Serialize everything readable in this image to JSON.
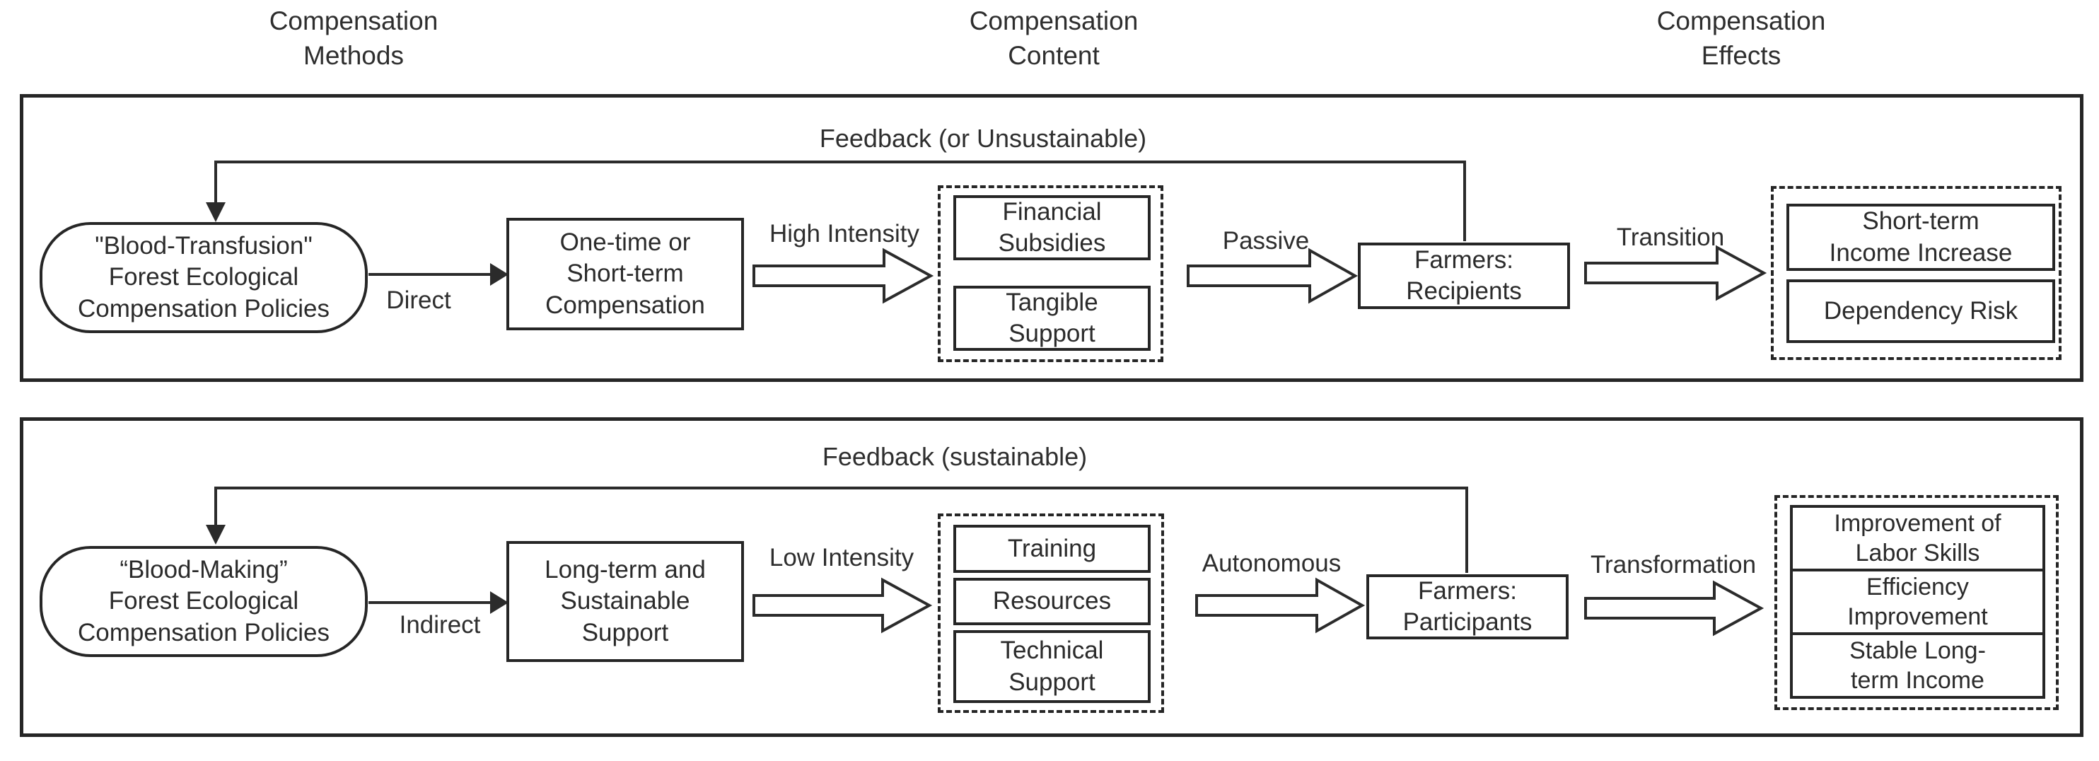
{
  "headers": {
    "methods": "Compensation\nMethods",
    "content": "Compensation\nContent",
    "effects": "Compensation\nEffects"
  },
  "panel1": {
    "feedback_title": "Feedback (or Unsustainable)",
    "policy_box": "\"Blood-Transfusion\"\nForest Ecological\nCompensation Policies",
    "arrow1_label": "Direct",
    "compensation_box": "One-time or\nShort-term\nCompensation",
    "arrow2_label": "High Intensity",
    "content_items": [
      "Financial\nSubsidies",
      "Tangible\nSupport"
    ],
    "arrow3_label": "Passive",
    "farmers_box": "Farmers:\nRecipients",
    "arrow4_label": "Transition",
    "effect_items": [
      "Short-term\nIncome Increase",
      "Dependency Risk"
    ]
  },
  "panel2": {
    "feedback_title": "Feedback (sustainable)",
    "policy_box": "“Blood-Making”\nForest Ecological\nCompensation Policies",
    "arrow1_label": "Indirect",
    "compensation_box": "Long-term and\nSustainable\nSupport",
    "arrow2_label": "Low Intensity",
    "content_items": [
      "Training",
      "Resources",
      "Technical\nSupport"
    ],
    "arrow3_label": "Autonomous",
    "farmers_box": "Farmers:\nParticipants",
    "arrow4_label": "Transformation",
    "effect_items": [
      "Improvement of\nLabor Skills",
      "Efficiency\nImprovement",
      "Stable Long-\nterm Income"
    ]
  },
  "colors": {
    "line": "#2b2b2b",
    "text": "#2e2e2e",
    "background": "#ffffff"
  }
}
